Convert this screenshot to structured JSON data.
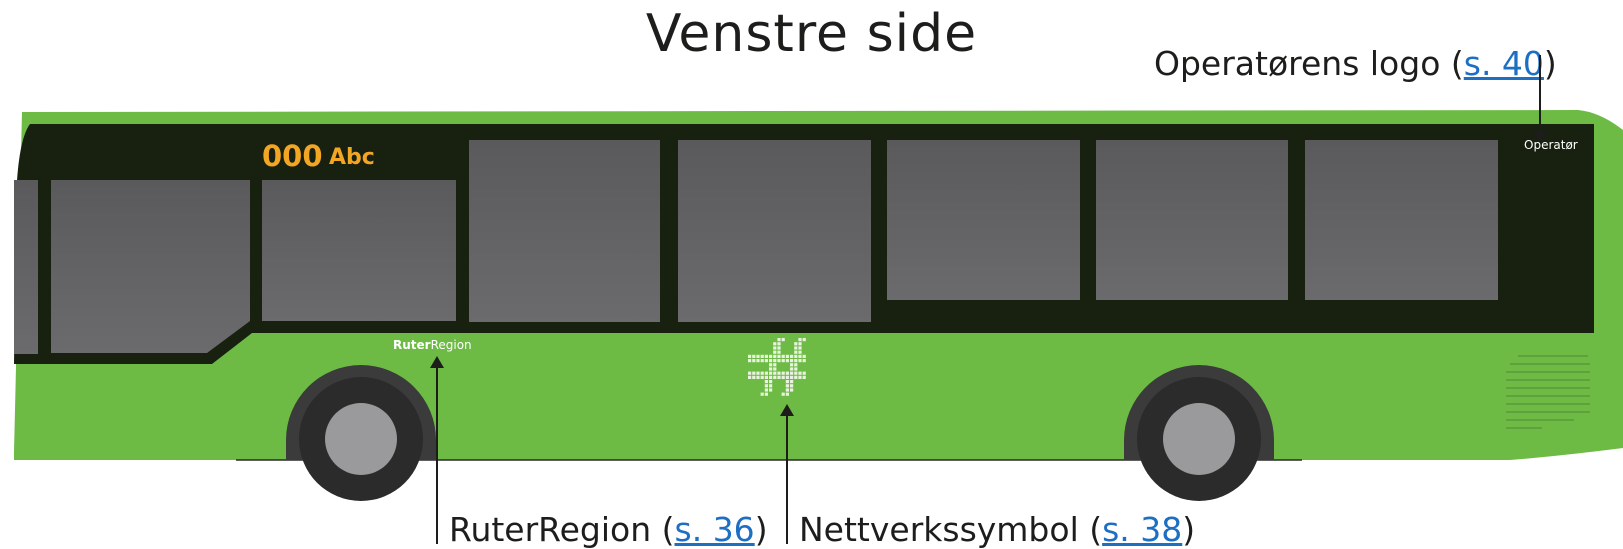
{
  "title": "Venstre side",
  "callouts": {
    "operator_logo": {
      "label": "Operatørens logo (",
      "link": "s. 40",
      "close": ")"
    },
    "ruter_region": {
      "label": "RuterRegion (",
      "link": "s. 36",
      "close": ")"
    },
    "network_symbol": {
      "label": "Nettverkssymbol (",
      "link": "s. 38",
      "close": ")"
    }
  },
  "bus": {
    "route_number": "000",
    "destination": "Abc",
    "operator_text": "Operatør",
    "brand_bold": "Ruter",
    "brand_regular": "Region",
    "body_color": "#6dbb45",
    "band_color": "#18200f",
    "window_color": "#5c5c5e",
    "sign_color": "#f2a623"
  }
}
